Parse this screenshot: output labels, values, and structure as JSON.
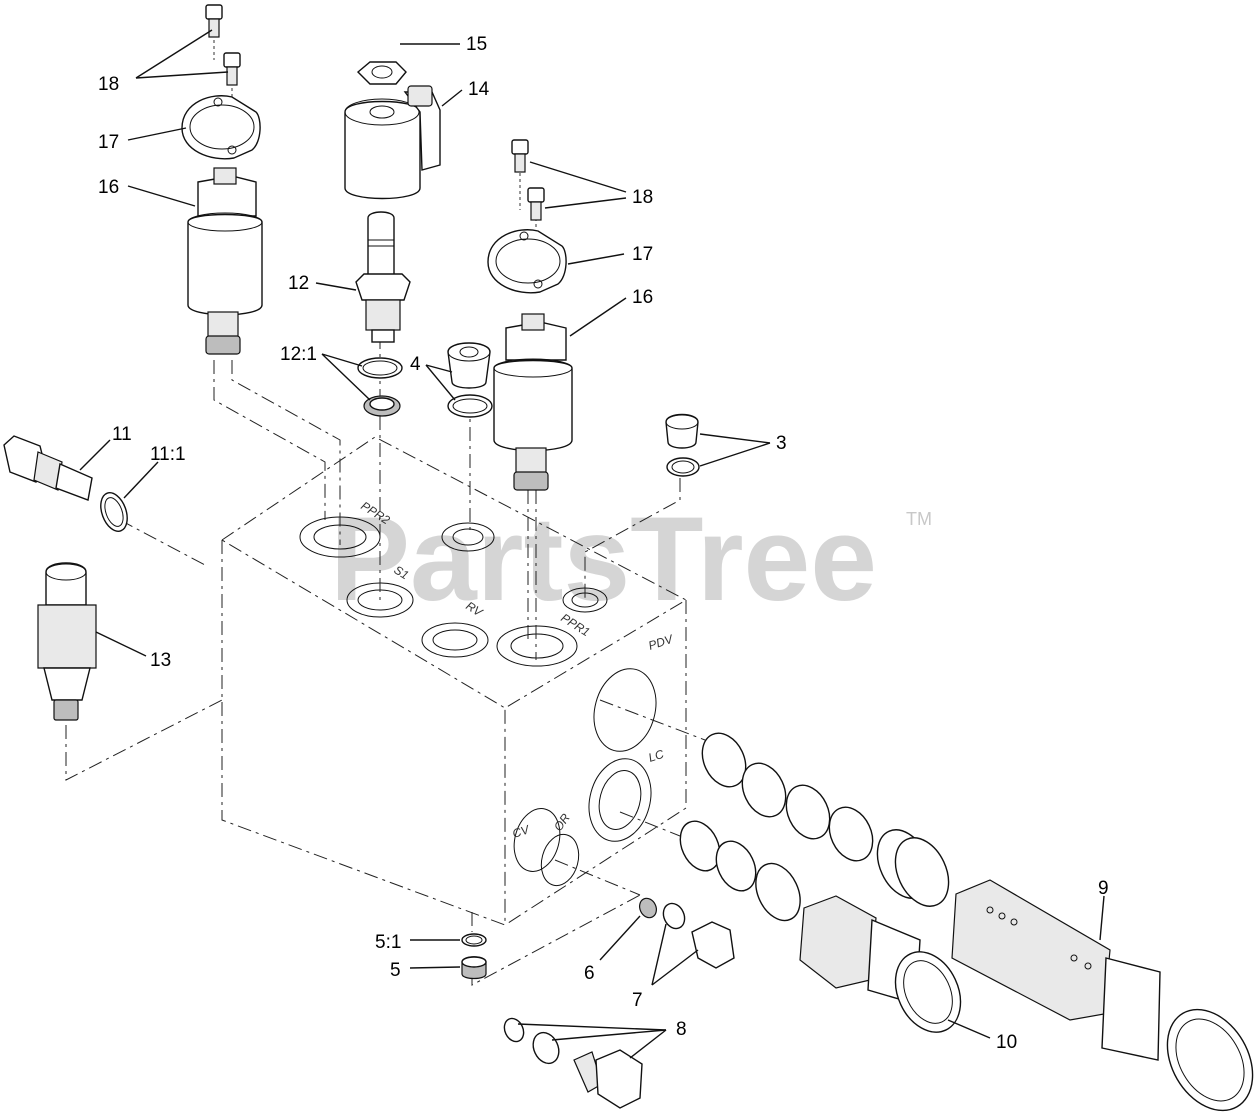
{
  "watermark": {
    "text": "PartsTree",
    "trademark": "TM"
  },
  "ports": {
    "ppr2": "PPR2",
    "s1": "S1",
    "rv": "RV",
    "ppr1": "PPR1",
    "pdv": "PDV",
    "lc": "LC",
    "cv": "CV",
    "or": "OR"
  },
  "callouts": {
    "c18a": "18",
    "c17a": "17",
    "c16a": "16",
    "c15": "15",
    "c14": "14",
    "c12": "12",
    "c12_1": "12:1",
    "c4": "4",
    "c18b": "18",
    "c17b": "17",
    "c16b": "16",
    "c3": "3",
    "c11": "11",
    "c11_1": "11:1",
    "c13": "13",
    "c9": "9",
    "c5_1": "5:1",
    "c5": "5",
    "c6": "6",
    "c7": "7",
    "c8": "8",
    "c10": "10"
  }
}
